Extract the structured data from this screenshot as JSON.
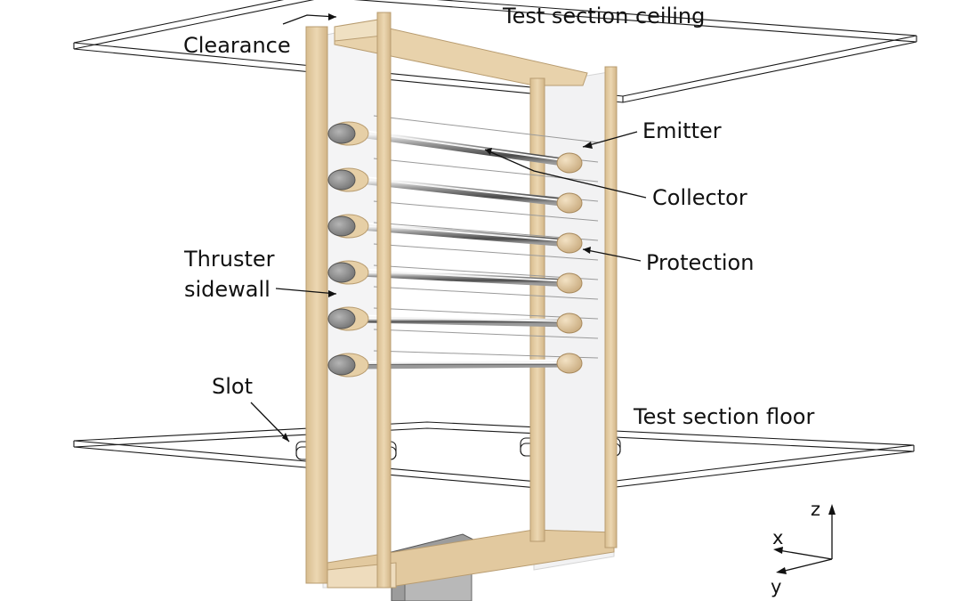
{
  "labels": {
    "ceiling": "Test section ceiling",
    "clearance": "Clearance",
    "emitter": "Emitter",
    "collector": "Collector",
    "protection": "Protection",
    "thruster_line1": "Thruster",
    "thruster_line2": "sidewall",
    "slot": "Slot",
    "floor": "Test section floor"
  },
  "axes": {
    "z": "z",
    "x": "x",
    "y": "y"
  },
  "colors": {
    "wood": "#e6cfa6",
    "wood_dark": "#c9ad80",
    "panel": "#f1f1f2",
    "emitter_head": "#8e8e8e",
    "rod": "#8a8a8a",
    "line": "#1a1a1a"
  },
  "electrode_rows": 6
}
